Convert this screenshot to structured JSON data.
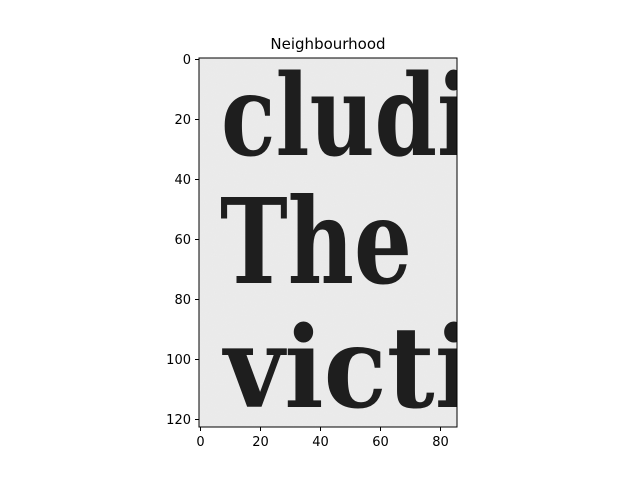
{
  "chart_data": {
    "type": "heatmap",
    "title": "Neighbourhood",
    "xlabel": "",
    "ylabel": "",
    "x_range": [
      -0.5,
      85.5
    ],
    "y_range": [
      -0.5,
      122.5
    ],
    "y_inverted": true,
    "xticks": [
      0,
      20,
      40,
      60,
      80
    ],
    "yticks": [
      0,
      20,
      40,
      60,
      80,
      100,
      120
    ],
    "grid": false,
    "colormap": "gray",
    "image_content": {
      "kind": "grayscale crop of a scanned text page",
      "text_lines": [
        "cludi",
        "The",
        "victi"
      ]
    }
  },
  "colors": {
    "paper": "#ececec",
    "ink": "#1e1e1e",
    "axis": "#000000"
  }
}
